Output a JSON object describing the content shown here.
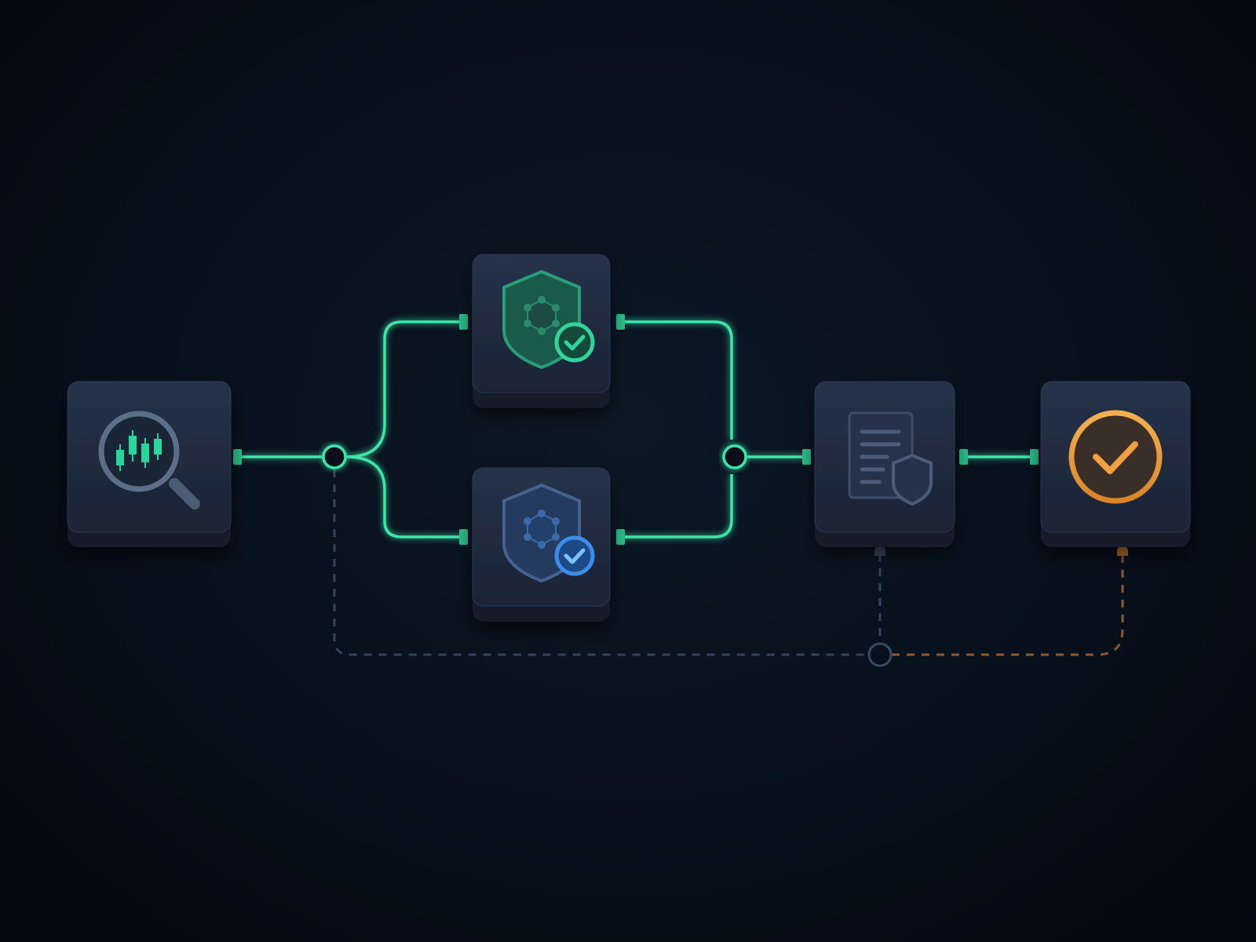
{
  "colors": {
    "background": "#07101c",
    "node_face": "#1f2a3c",
    "node_base": "#151d2b",
    "flow_green": "#3ee6a8",
    "feedback_gray": "#3a4a60",
    "feedback_orange": "#c8783a",
    "shield_green": "#1f8f6c",
    "shield_blue": "#3d6aa8",
    "check_blue": "#3a8de8",
    "check_orange": "#f0a040"
  },
  "nodes": [
    {
      "id": "analysis",
      "icon": "magnifier-candlestick-chart-icon"
    },
    {
      "id": "security-check-green",
      "icon": "shield-network-check-icon"
    },
    {
      "id": "security-check-blue",
      "icon": "shield-network-check-icon"
    },
    {
      "id": "compliance-document",
      "icon": "document-shield-icon"
    },
    {
      "id": "approval",
      "icon": "check-circle-icon"
    }
  ]
}
